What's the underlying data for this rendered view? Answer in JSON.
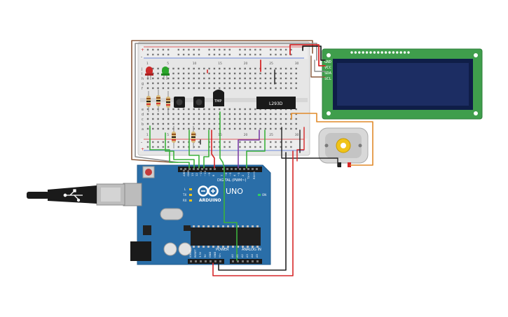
{
  "colors": {
    "board": "#2a6ea8",
    "board_dark": "#1f5a8c",
    "breadboard": "#e6e6e6",
    "lcd_pcb": "#3f9e4c",
    "lcd_screen": "#1c2d63",
    "wire_red": "#d62728",
    "wire_black": "#222222",
    "wire_green": "#3cb13c",
    "wire_orange": "#e08a2a",
    "wire_purple": "#7b3fa8",
    "wire_brown": "#8a5a3b",
    "wire_gray": "#8c8c8c",
    "led_red": "#cc2a2a",
    "led_green": "#2aa52a"
  },
  "arduino": {
    "brand": "ARDUINO",
    "model": "UNO",
    "digital_label": "DIGITAL (PWM~)",
    "power_label": "POWER",
    "analog_label": "ANALOG IN",
    "aref": "AREF",
    "gnd": "GND",
    "pin13": "13",
    "pin12": "12",
    "pin11": "~11",
    "pin10": "~10",
    "pin9": "~9",
    "pin8": "8",
    "pin7": "7",
    "pin6": "~6",
    "pin5": "~5",
    "pin4": "4",
    "pin3": "~3",
    "pin2": "2",
    "tx1": "TX→1",
    "rx0": "RX←0",
    "led_l": "L",
    "led_tx": "TX",
    "led_rx": "RX",
    "on": "ON",
    "ioref": "IOREF",
    "reset": "RESET",
    "v33": "3.3V",
    "v5": "5V",
    "gnd1": "GND",
    "gnd2": "GND",
    "vin": "Vin",
    "a0": "A0",
    "a1": "A1",
    "a2": "A2",
    "a3": "A3",
    "a4": "A4",
    "a5": "A5"
  },
  "lcd": {
    "pins": [
      "GND",
      "VCC",
      "SDA",
      "SCL"
    ]
  },
  "breadboard": {
    "cols_top": [
      "1",
      "5",
      "10",
      "15",
      "20",
      "25",
      "30"
    ],
    "rows_top": [
      "j",
      "i",
      "h",
      "g",
      "f"
    ],
    "rows_bottom": [
      "e",
      "d",
      "c",
      "b",
      "a"
    ],
    "plus": "+",
    "minus": "-"
  },
  "components": {
    "tmp_label": "TMP",
    "driver_label": "L293D"
  }
}
